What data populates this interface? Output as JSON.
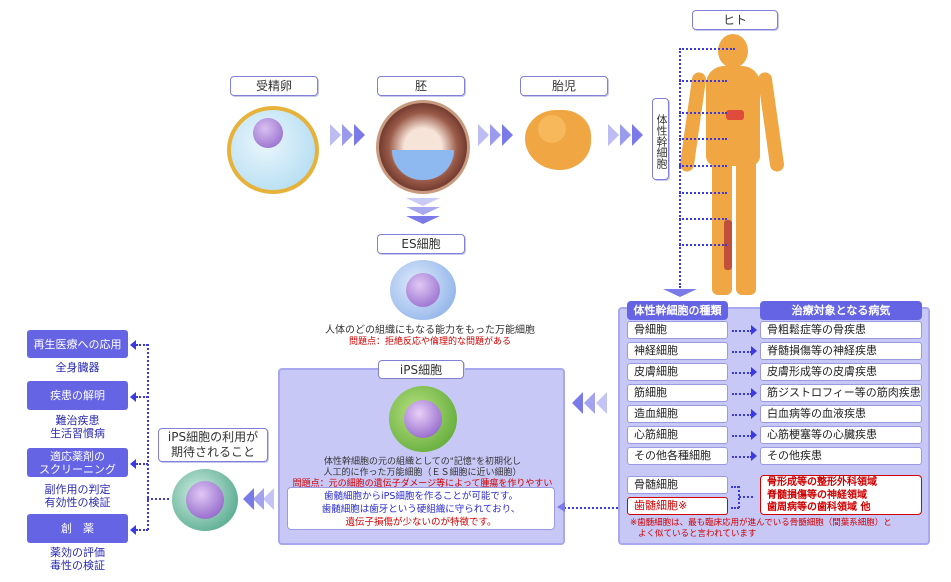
{
  "stages": {
    "zygote": "受精卵",
    "embryo": "胚",
    "fetus": "胎児",
    "human": "ヒト"
  },
  "somatic_vertical": "体性幹細胞",
  "es": {
    "label": "ES細胞",
    "desc": "人体のどの組織にもなる能力をもった万能細胞",
    "problem": "問題点：拒絶反応や倫理的な問題がある"
  },
  "ips": {
    "label": "iPS細胞",
    "desc1": "体性幹細胞の元の組織としての\"記憶\"を初期化し",
    "desc2": "人工的に作った万能細胞（ＥＳ細胞に近い細胞）",
    "problem": "問題点：元の細胞の遺伝子ダメージ等によって腫瘍を作りやすい",
    "note1": "歯髄細胞からiPS細胞を作ることが可能です。",
    "note2": "歯髄細胞は歯牙という硬組織に守られており、",
    "note3": "遺伝子損傷が少ないのが特徴です。"
  },
  "table": {
    "header_left": "体性幹細胞の種類",
    "header_right": "治療対象となる病気",
    "rows": [
      {
        "cell": "骨細胞",
        "disease": "骨粗鬆症等の骨疾患"
      },
      {
        "cell": "神経細胞",
        "disease": "脊髄損傷等の神経疾患"
      },
      {
        "cell": "皮膚細胞",
        "disease": "皮膚形成等の皮膚疾患"
      },
      {
        "cell": "筋細胞",
        "disease": "筋ジストロフィー等の筋肉疾患"
      },
      {
        "cell": "造血細胞",
        "disease": "白血病等の血液疾患"
      },
      {
        "cell": "心筋細胞",
        "disease": "心筋梗塞等の心臓疾患"
      },
      {
        "cell": "その他各種細胞",
        "disease": "その他疾患"
      }
    ],
    "bone_marrow": "骨髄細胞",
    "dental_pulp": "歯髄細胞※",
    "red_box": [
      "骨形成等の整形外科領域",
      "脊髄損傷等の神経領域",
      "歯周病等の歯科領域 他"
    ],
    "footnote1": "※歯髄細胞は、最も臨床応用が進んでいる骨髄細胞（間葉系細胞）と",
    "footnote2": "よく似ていると言われています"
  },
  "uses": {
    "label1": "iPS細胞の利用が",
    "label2": "期待されること",
    "items": [
      {
        "title": [
          "再生医療への応用"
        ],
        "sub": [
          "全身臓器"
        ]
      },
      {
        "title": [
          "疾患の解明"
        ],
        "sub": [
          "難治疾患",
          "生活習慣病"
        ]
      },
      {
        "title": [
          "適応薬剤の",
          "スクリーニング"
        ],
        "sub": [
          "副作用の判定",
          "有効性の検証"
        ]
      },
      {
        "title": [
          "創　薬"
        ],
        "sub": [
          "薬効の評価",
          "毒性の検証"
        ]
      }
    ]
  }
}
